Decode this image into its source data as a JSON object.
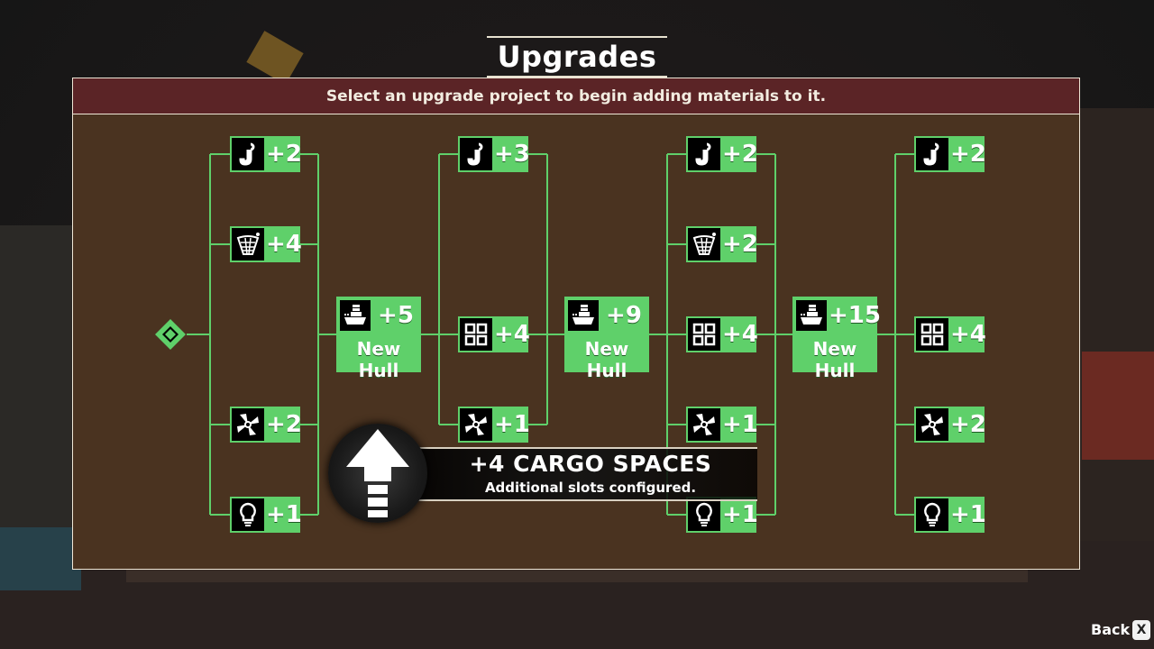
{
  "title": "Upgrades",
  "instruction": "Select an upgrade project to begin adding materials to it.",
  "colors": {
    "node_green": "#5fd06a",
    "line_green": "#5fd06a",
    "banner": "#5b2426",
    "board": "#000000"
  },
  "tree": {
    "start": {
      "icon": "start-diamond-icon"
    },
    "column1": [
      {
        "icon": "fishing-rod-icon",
        "value": "+2"
      },
      {
        "icon": "trawl-net-icon",
        "value": "+4"
      },
      {
        "icon": "engine-fan-icon",
        "value": "+2"
      },
      {
        "icon": "light-bulb-icon",
        "value": "+1"
      }
    ],
    "hull1": {
      "icon": "ship-icon",
      "value": "+5",
      "label": "New Hull"
    },
    "column2": [
      {
        "icon": "fishing-rod-icon",
        "value": "+3"
      },
      {
        "icon": "cargo-grid-icon",
        "value": "+4"
      },
      {
        "icon": "engine-fan-icon",
        "value": "+1"
      }
    ],
    "hull2": {
      "icon": "ship-icon",
      "value": "+9",
      "label": "New Hull"
    },
    "column3": [
      {
        "icon": "fishing-rod-icon",
        "value": "+2"
      },
      {
        "icon": "trawl-net-icon",
        "value": "+2"
      },
      {
        "icon": "cargo-grid-icon",
        "value": "+4"
      },
      {
        "icon": "engine-fan-icon",
        "value": "+1"
      },
      {
        "icon": "light-bulb-icon",
        "value": "+1"
      }
    ],
    "hull3": {
      "icon": "ship-icon",
      "value": "+15",
      "label": "New Hull"
    },
    "column4": [
      {
        "icon": "fishing-rod-icon",
        "value": "+2"
      },
      {
        "icon": "cargo-grid-icon",
        "value": "+4"
      },
      {
        "icon": "engine-fan-icon",
        "value": "+2"
      },
      {
        "icon": "light-bulb-icon",
        "value": "+1"
      }
    ]
  },
  "tooltip": {
    "icon": "up-arrow-icon",
    "title": "+4 CARGO SPACES",
    "subtitle": "Additional slots configured."
  },
  "footer": {
    "back_label": "Back",
    "back_key": "X"
  }
}
